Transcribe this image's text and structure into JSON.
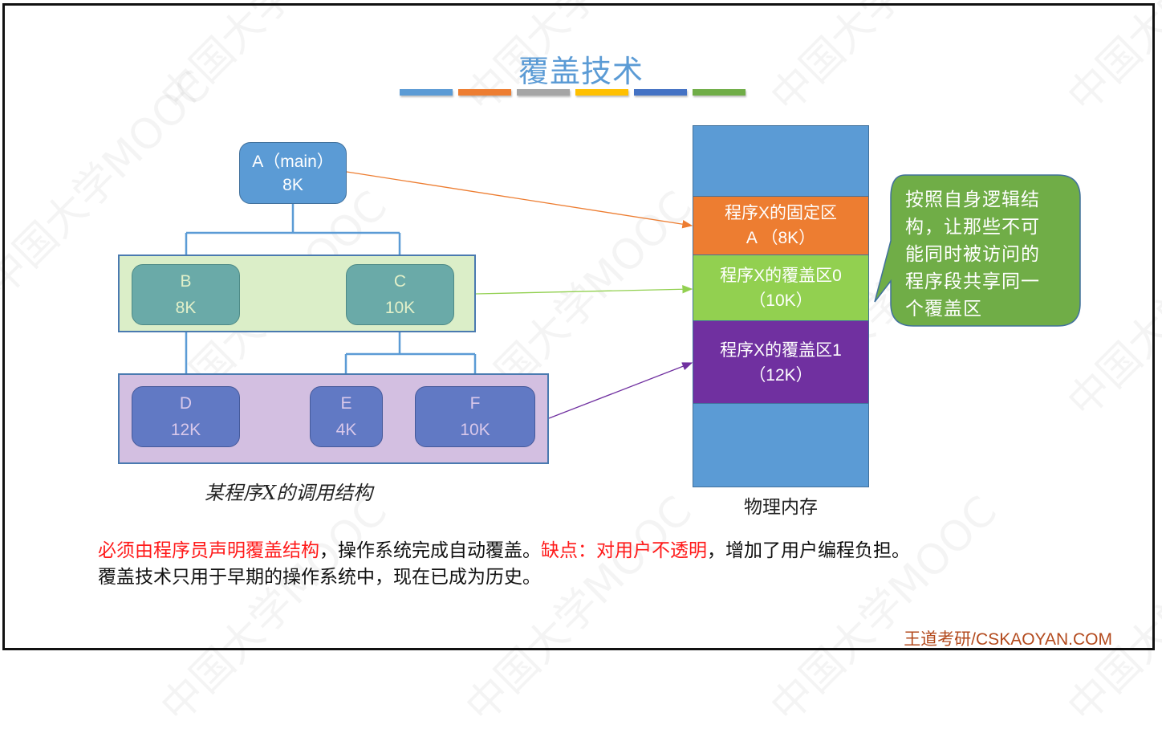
{
  "slide": {
    "title": "覆盖技术",
    "title_color": "#5b9bd5",
    "accent_bars": [
      "#5b9bd5",
      "#ed7d31",
      "#a5a5a5",
      "#ffc000",
      "#4472c4",
      "#70ad47"
    ]
  },
  "call_structure": {
    "caption": "某程序X的调用结构",
    "nodes": [
      {
        "id": "A",
        "name": "A（main）",
        "size": "8K"
      },
      {
        "id": "B",
        "name": "B",
        "size": "8K"
      },
      {
        "id": "C",
        "name": "C",
        "size": "10K"
      },
      {
        "id": "D",
        "name": "D",
        "size": "12K"
      },
      {
        "id": "E",
        "name": "E",
        "size": "4K"
      },
      {
        "id": "F",
        "name": "F",
        "size": "10K"
      }
    ],
    "edges": [
      [
        "A",
        "B"
      ],
      [
        "A",
        "C"
      ],
      [
        "B",
        "D"
      ],
      [
        "C",
        "E"
      ],
      [
        "C",
        "F"
      ]
    ],
    "groups": [
      {
        "name": "overlay-group-0",
        "members": [
          "B",
          "C"
        ],
        "color": "#dbeec8"
      },
      {
        "name": "overlay-group-1",
        "members": [
          "D",
          "E",
          "F"
        ],
        "color": "#d3bfe1"
      }
    ]
  },
  "memory": {
    "label": "物理内存",
    "regions": [
      {
        "line1": "",
        "line2": "",
        "color": "#5b9bd5"
      },
      {
        "line1": "程序X的固定区",
        "line2": "A （8K）",
        "color": "#ed7d31"
      },
      {
        "line1": "程序X的覆盖区0",
        "line2": "（10K）",
        "color": "#92d050"
      },
      {
        "line1": "程序X的覆盖区1",
        "line2": "（12K）",
        "color": "#7030a0"
      },
      {
        "line1": "",
        "line2": "",
        "color": "#5b9bd5"
      }
    ]
  },
  "callout": {
    "lines": [
      "按照自身逻辑结",
      "构，让那些不可",
      "能同时被访问的",
      "程序段共享同一",
      "个覆盖区"
    ],
    "color": "#70ad47"
  },
  "notes": {
    "line1_red_a": "必须由程序员声明覆盖结构",
    "line1_black_a": "，操作系统完成自动覆盖。",
    "line1_red_b": "缺点：对用户不透明",
    "line1_black_b": "，增加了用户编程负担。",
    "line2": "覆盖技术只用于早期的操作系统中，现在已成为历史。"
  },
  "brand": "王道考研/CSKAOYAN.COM",
  "watermark": "中国大学MOOC"
}
